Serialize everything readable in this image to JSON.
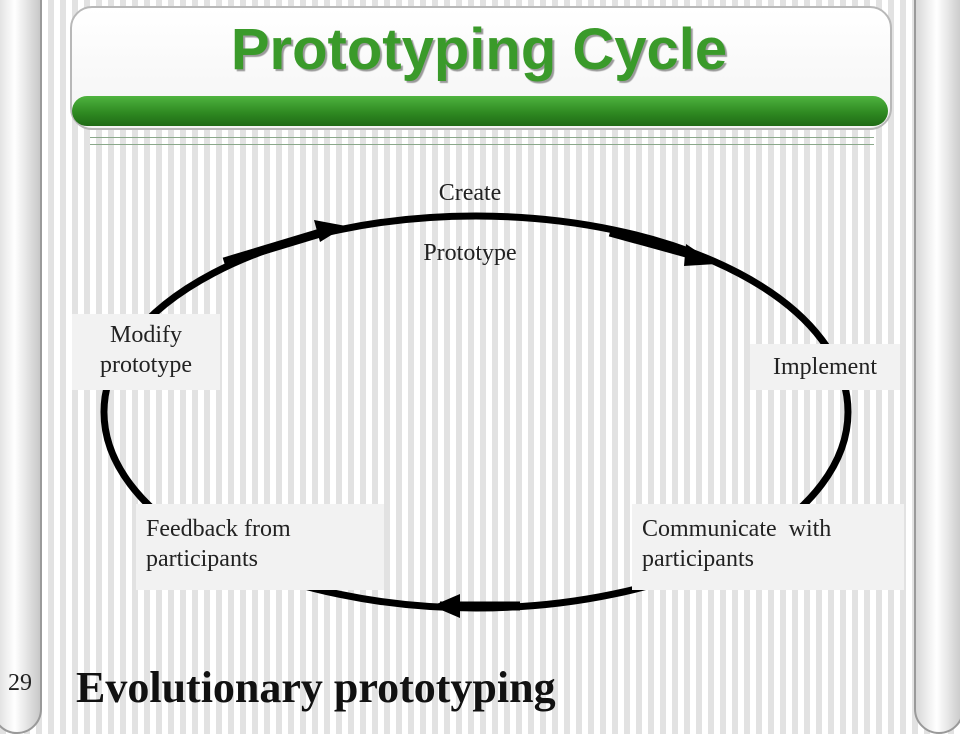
{
  "slide": {
    "title": "Prototyping Cycle",
    "number": "29",
    "caption": "Evolutionary prototyping"
  },
  "diagram": {
    "type": "cycle",
    "direction": "clockwise",
    "steps": [
      {
        "line1": "Create",
        "line2": "Prototype"
      },
      {
        "line1": "Implement"
      },
      {
        "line1": "Communicate  with",
        "line2": "participants"
      },
      {
        "line1": "Feedback from",
        "line2": "participants"
      },
      {
        "line1": "Modify",
        "line2": "prototype"
      }
    ]
  },
  "colors": {
    "title_green": "#3a9a2a",
    "bar_green": "#2f8a22",
    "cycle_line": "#000000",
    "label_box": "#f2f2f2"
  }
}
